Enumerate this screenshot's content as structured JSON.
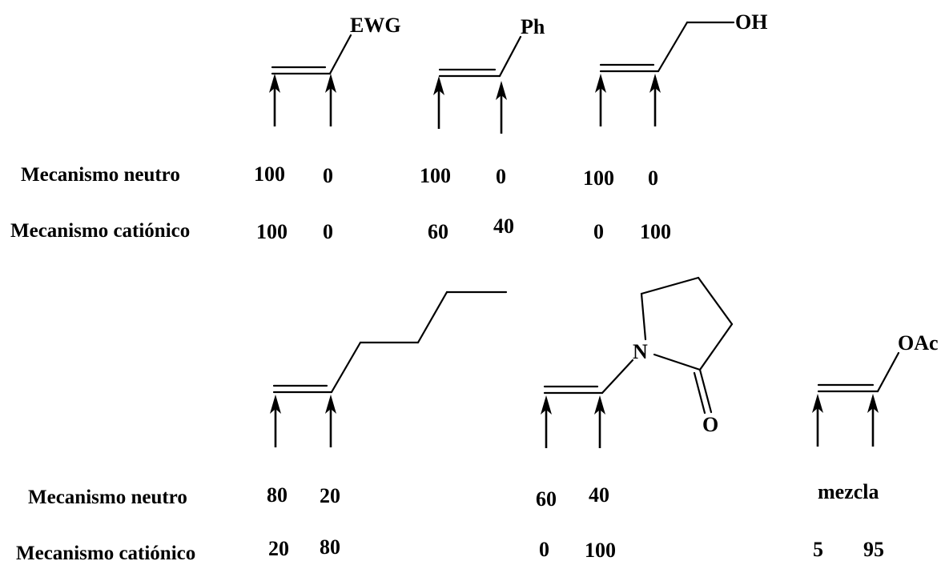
{
  "rows": {
    "neutral": "Mecanismo neutro",
    "cationic": "Mecanismo catiónico"
  },
  "substituents": {
    "ewg": "EWG",
    "ph": "Ph",
    "oh": "OH",
    "n": "N",
    "o": "O",
    "oac": "OAc"
  },
  "top_values": {
    "ewg": {
      "neutral": [
        "100",
        "0"
      ],
      "cationic": [
        "100",
        "0"
      ]
    },
    "ph": {
      "neutral": [
        "100",
        "0"
      ],
      "cationic": [
        "60",
        "40"
      ]
    },
    "oh": {
      "neutral": [
        "100",
        "0"
      ],
      "cationic": [
        "0",
        "100"
      ]
    }
  },
  "bottom_values": {
    "hexene": {
      "neutral": [
        "80",
        "20"
      ],
      "cationic": [
        "20",
        "80"
      ]
    },
    "vinylpyrrol": {
      "neutral": [
        "60",
        "40"
      ],
      "cationic": [
        "0",
        "100"
      ]
    },
    "vinylacetate": {
      "neutral": "mezcla",
      "cationic": [
        "5",
        "95"
      ]
    }
  }
}
